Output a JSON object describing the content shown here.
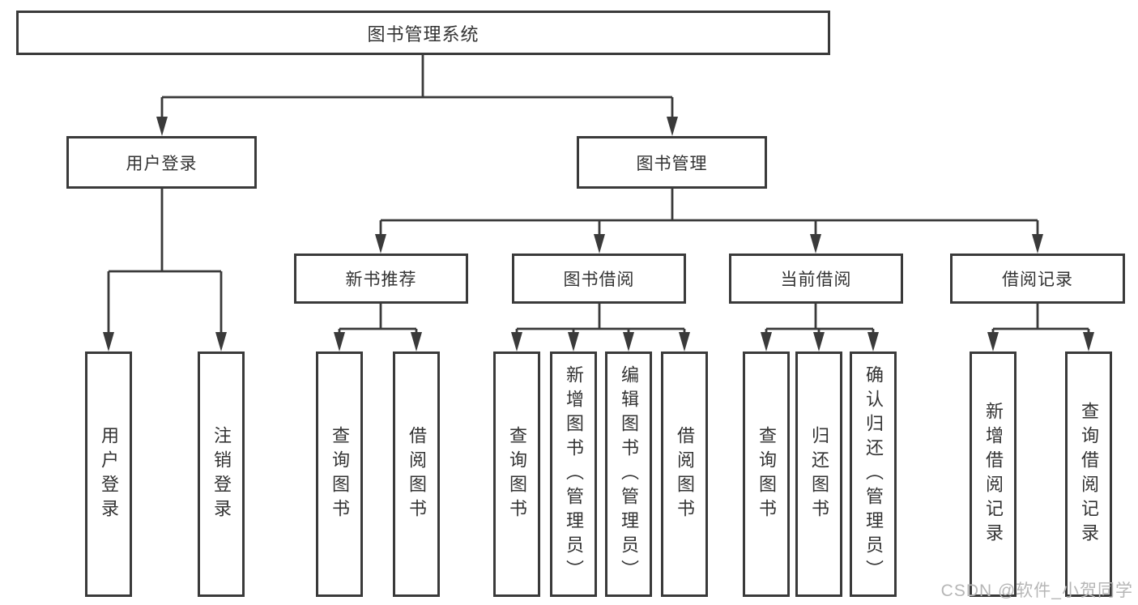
{
  "diagram": {
    "title": "图书管理系统",
    "nodes": {
      "root": "图书管理系统",
      "user_login": "用户登录",
      "book_management": "图书管理",
      "new_book_recommend": "新书推荐",
      "book_borrow": "图书借阅",
      "current_borrow": "当前借阅",
      "borrow_record": "借阅记录",
      "leaf_user_login": "用户登录",
      "leaf_logout_login": "注销登录",
      "leaf_query_book_recommend": "查询图书",
      "leaf_borrow_book_recommend": "借阅图书",
      "leaf_query_book_borrow": "查询图书",
      "leaf_add_book_admin": "新增图书（管理员）",
      "leaf_edit_book_admin": "编辑图书（管理员）",
      "leaf_borrow_book_borrow": "借阅图书",
      "leaf_query_book_current": "查询图书",
      "leaf_return_book": "归还图书",
      "leaf_confirm_return_admin": "确认归还（管理员）",
      "leaf_add_borrow_record": "新增借阅记录",
      "leaf_query_borrow_record": "查询借阅记录"
    },
    "colors": {
      "line": "#3a3a3a",
      "text": "#333333",
      "background": "#ffffff",
      "watermark": "#b6b6b6"
    }
  },
  "watermark": {
    "text": "CSDN @软件_小贺同学"
  }
}
